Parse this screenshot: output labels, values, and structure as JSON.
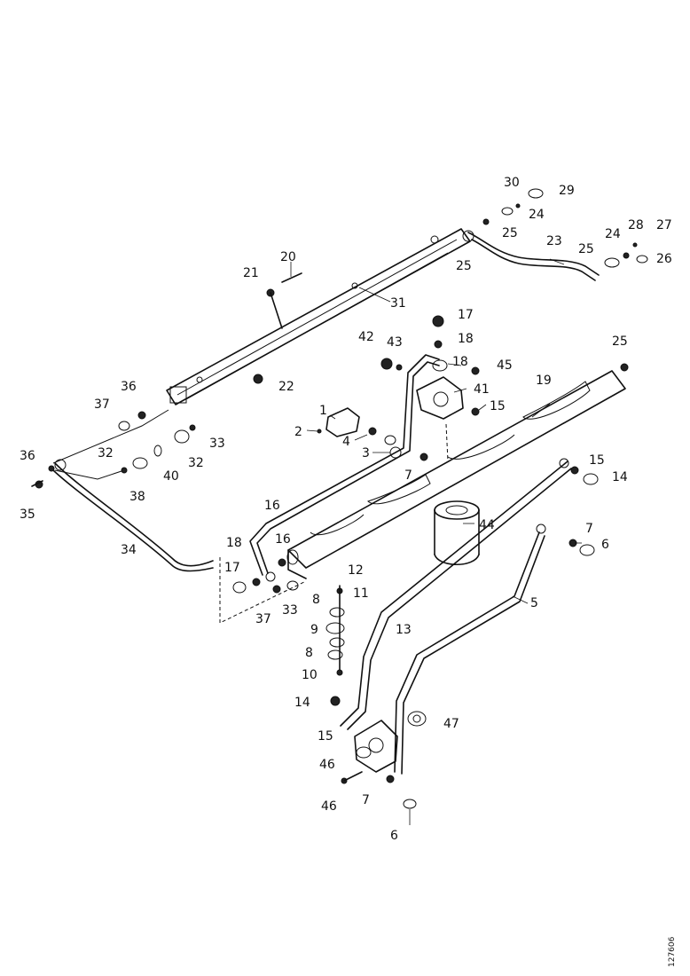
{
  "diagram": {
    "sheet_number": "127606",
    "callouts": [
      {
        "id": "c1",
        "text": "1"
      },
      {
        "id": "c2",
        "text": "2"
      },
      {
        "id": "c3",
        "text": "3"
      },
      {
        "id": "c4",
        "text": "4"
      },
      {
        "id": "c5",
        "text": "5"
      },
      {
        "id": "c6a",
        "text": "6"
      },
      {
        "id": "c6b",
        "text": "6"
      },
      {
        "id": "c7a",
        "text": "7"
      },
      {
        "id": "c7b",
        "text": "7"
      },
      {
        "id": "c7c",
        "text": "7"
      },
      {
        "id": "c8a",
        "text": "8"
      },
      {
        "id": "c8b",
        "text": "8"
      },
      {
        "id": "c9",
        "text": "9"
      },
      {
        "id": "c10",
        "text": "10"
      },
      {
        "id": "c11",
        "text": "11"
      },
      {
        "id": "c12",
        "text": "12"
      },
      {
        "id": "c13",
        "text": "13"
      },
      {
        "id": "c14a",
        "text": "14"
      },
      {
        "id": "c14b",
        "text": "14"
      },
      {
        "id": "c15a",
        "text": "15"
      },
      {
        "id": "c15b",
        "text": "15"
      },
      {
        "id": "c15c",
        "text": "15"
      },
      {
        "id": "c16a",
        "text": "16"
      },
      {
        "id": "c16b",
        "text": "16"
      },
      {
        "id": "c17a",
        "text": "17"
      },
      {
        "id": "c17b",
        "text": "17"
      },
      {
        "id": "c18a",
        "text": "18"
      },
      {
        "id": "c18b",
        "text": "18"
      },
      {
        "id": "c18c",
        "text": "18"
      },
      {
        "id": "c19",
        "text": "19"
      },
      {
        "id": "c20",
        "text": "20"
      },
      {
        "id": "c21",
        "text": "21"
      },
      {
        "id": "c22",
        "text": "22"
      },
      {
        "id": "c23",
        "text": "23"
      },
      {
        "id": "c24a",
        "text": "24"
      },
      {
        "id": "c24b",
        "text": "24"
      },
      {
        "id": "c25a",
        "text": "25"
      },
      {
        "id": "c25b",
        "text": "25"
      },
      {
        "id": "c25c",
        "text": "25"
      },
      {
        "id": "c25d",
        "text": "25"
      },
      {
        "id": "c26",
        "text": "26"
      },
      {
        "id": "c27",
        "text": "27"
      },
      {
        "id": "c28",
        "text": "28"
      },
      {
        "id": "c29",
        "text": "29"
      },
      {
        "id": "c30",
        "text": "30"
      },
      {
        "id": "c31",
        "text": "31"
      },
      {
        "id": "c32a",
        "text": "32"
      },
      {
        "id": "c32b",
        "text": "32"
      },
      {
        "id": "c33a",
        "text": "33"
      },
      {
        "id": "c33b",
        "text": "33"
      },
      {
        "id": "c34",
        "text": "34"
      },
      {
        "id": "c35",
        "text": "35"
      },
      {
        "id": "c36a",
        "text": "36"
      },
      {
        "id": "c36b",
        "text": "36"
      },
      {
        "id": "c37a",
        "text": "37"
      },
      {
        "id": "c37b",
        "text": "37"
      },
      {
        "id": "c38",
        "text": "38"
      },
      {
        "id": "c40",
        "text": "40"
      },
      {
        "id": "c41",
        "text": "41"
      },
      {
        "id": "c42",
        "text": "42"
      },
      {
        "id": "c43",
        "text": "43"
      },
      {
        "id": "c44",
        "text": "44"
      },
      {
        "id": "c45",
        "text": "45"
      },
      {
        "id": "c46a",
        "text": "46"
      },
      {
        "id": "c46b",
        "text": "46"
      },
      {
        "id": "c47",
        "text": "47"
      }
    ]
  }
}
